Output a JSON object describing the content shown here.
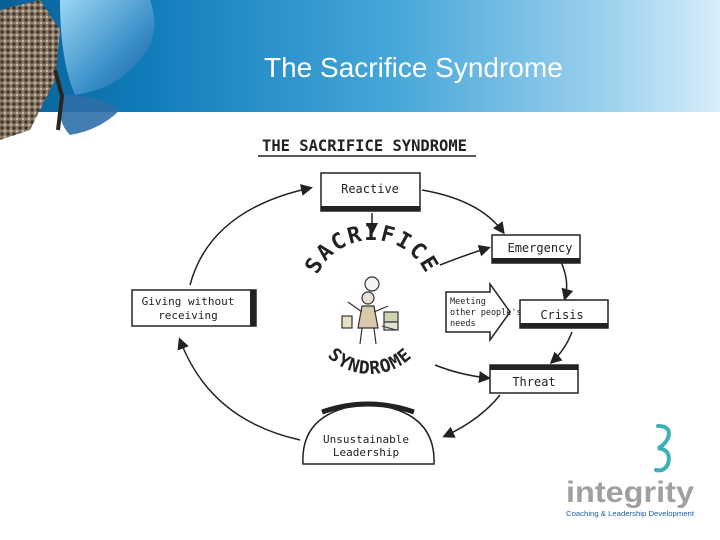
{
  "slide": {
    "title": "The Sacrifice Syndrome"
  },
  "diagram": {
    "heading": "THE SACRIFICE SYNDROME",
    "center_word_top": "SACRIFICE",
    "center_word_bottom": "SYNDROME",
    "nodes": {
      "reactive": "Reactive",
      "emergency": "Emergency",
      "crisis": "Crisis",
      "threat": "Threat",
      "unsustainable_line1": "Unsustainable",
      "unsustainable_line2": "Leadership",
      "giving_line1": "Giving without",
      "giving_line2": "receiving"
    },
    "arrow_label_line1": "Meeting",
    "arrow_label_line2": "other people's",
    "arrow_label_line3": "needs"
  },
  "logo": {
    "name": "integrity",
    "tagline": "Coaching & Leadership Development",
    "colors": {
      "mark": "#3bb0b8",
      "wordmark": "#a0a0a0",
      "tagline": "#1a5fa6"
    }
  },
  "colors": {
    "header_dark": "#0a5f96",
    "header_light": "#d7eefa"
  }
}
